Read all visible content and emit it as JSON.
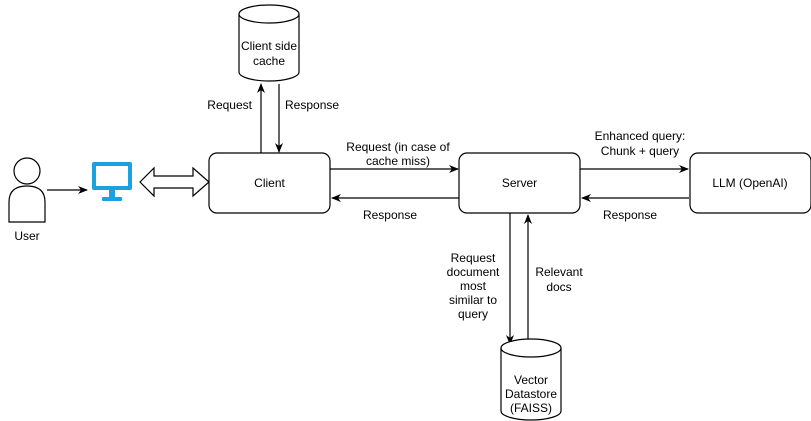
{
  "nodes": {
    "user": {
      "label": "User"
    },
    "computer": {
      "icon": "monitor-icon",
      "color": "#1ba1e2"
    },
    "client_cache": {
      "label_lines": [
        "Client side",
        "cache"
      ]
    },
    "client": {
      "label": "Client"
    },
    "server": {
      "label": "Server"
    },
    "llm": {
      "label": "LLM (OpenAI)"
    },
    "vector_store": {
      "label_lines": [
        "Vector",
        "Datastore",
        "(FAISS)"
      ]
    }
  },
  "edges": {
    "client_to_cache": {
      "label": "Request"
    },
    "cache_to_client": {
      "label": "Response"
    },
    "client_to_server": {
      "label_lines": [
        "Request (in case of",
        "cache miss)"
      ]
    },
    "server_to_client": {
      "label": "Response"
    },
    "server_to_llm": {
      "label_lines": [
        "Enhanced query:",
        "Chunk + query"
      ]
    },
    "llm_to_server": {
      "label": "Response"
    },
    "server_to_vector": {
      "label_lines": [
        "Request",
        "document",
        "most",
        "similar to",
        "query"
      ]
    },
    "vector_to_server": {
      "label_lines": [
        "Relevant",
        "docs"
      ]
    }
  },
  "colors": {
    "stroke": "#000000",
    "fill": "#ffffff",
    "monitor": "#1ba1e2"
  }
}
